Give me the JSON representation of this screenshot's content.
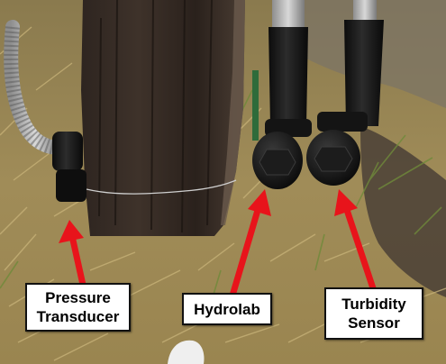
{
  "labels": {
    "pressure": {
      "line1": "Pressure",
      "line2": "Transducer"
    },
    "hydrolab": {
      "text": "Hydrolab"
    },
    "turbidity": {
      "line1": "Turbidity",
      "line2": "Sensor"
    }
  },
  "colors": {
    "arrow": "#e8141b",
    "label_background": "#ffffff",
    "label_border": "#111111"
  }
}
